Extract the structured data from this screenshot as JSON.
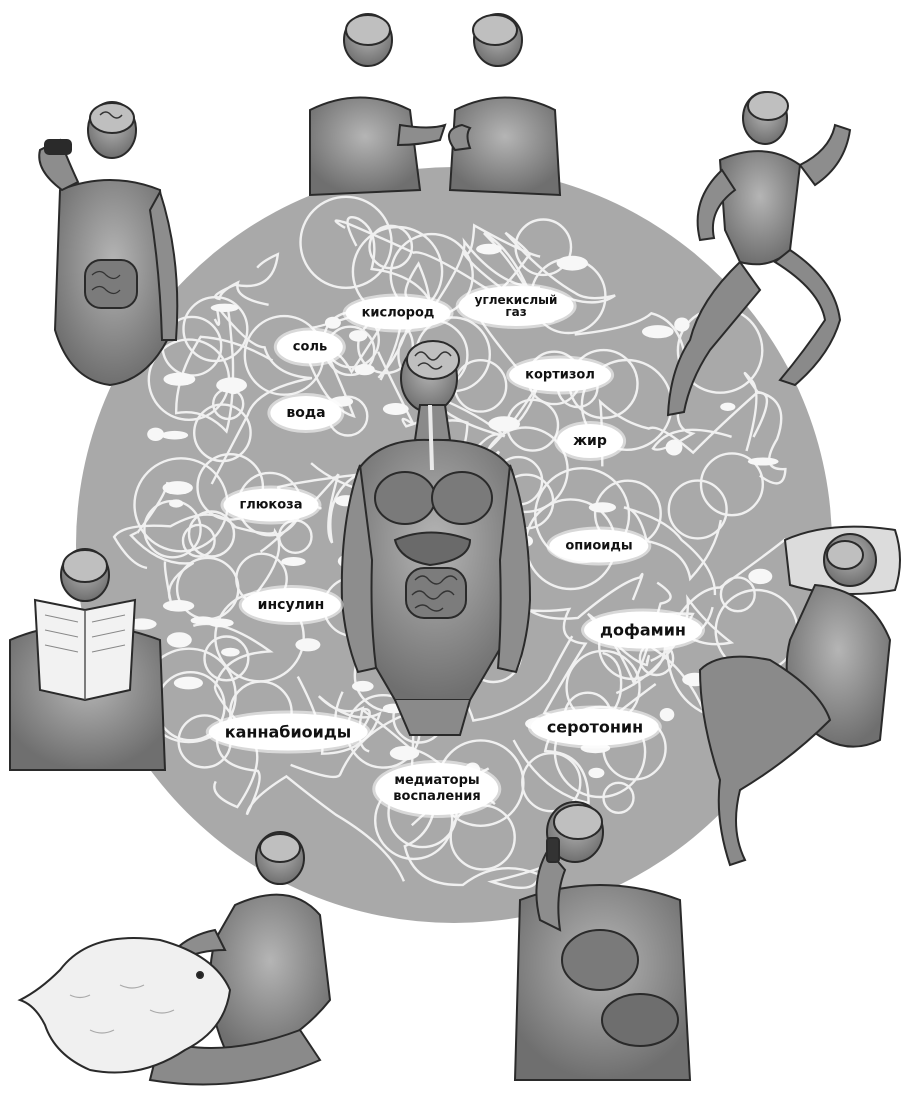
{
  "labels": {
    "oxygen": "кислород",
    "co2_line1": "углекислый",
    "co2_line2": "газ",
    "salt": "соль",
    "cortisol": "кортизол",
    "water": "вода",
    "fat": "жир",
    "glucose": "глюкоза",
    "opioids": "опиоиды",
    "insulin": "инсулин",
    "dopamine": "дофамин",
    "cannabinoids": "каннабиоиды",
    "serotonin": "серотонин",
    "mediators_line1": "медиаторы",
    "mediators_line2": "воспаления"
  },
  "colors": {
    "disc": "#a9a9a9",
    "network": "#f4f4f4",
    "figure_skin": "#8a8a8a",
    "figure_outline": "#2a2a2a",
    "brain": "#bfbfbf"
  },
  "figures": [
    {
      "name": "center-human-anatomy",
      "pose": "standing torso with organs"
    },
    {
      "name": "eating-figure",
      "pose": "eating"
    },
    {
      "name": "conversing-figures",
      "pose": "two people talking"
    },
    {
      "name": "running-figure",
      "pose": "running"
    },
    {
      "name": "sleeping-figure",
      "pose": "sleeping on pillow"
    },
    {
      "name": "reading-figure",
      "pose": "reading a book"
    },
    {
      "name": "petting-dog-figure",
      "pose": "sitting with dog"
    },
    {
      "name": "phone-call-figure",
      "pose": "talking on phone"
    }
  ]
}
